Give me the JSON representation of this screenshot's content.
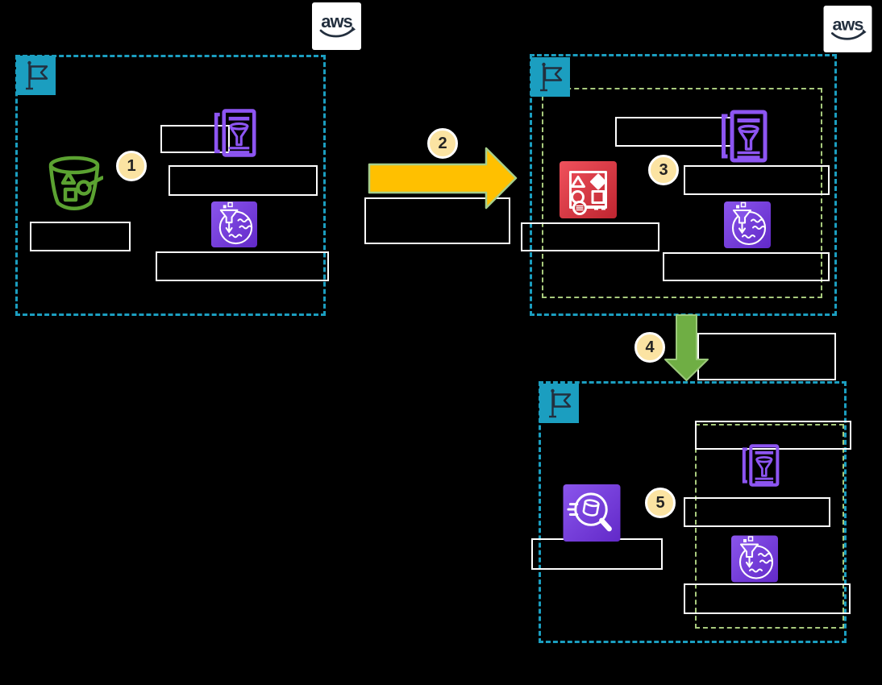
{
  "aws_logo": {
    "text": "aws"
  },
  "steps": [
    "1",
    "2",
    "3",
    "4",
    "5"
  ],
  "label_boxes": {
    "source": [
      "",
      "",
      "",
      ""
    ],
    "copy_flow": [
      ""
    ],
    "central": [
      "",
      "",
      "",
      ""
    ],
    "grant_flow": [
      ""
    ],
    "consumer": [
      "",
      "",
      "",
      ""
    ]
  },
  "icons": {
    "aws-logo": "aws wordmark with smile arrow on white tile",
    "flag-icon": "dark flag on teal square (environment marker)",
    "s3-bucket-icon": "green outlined bucket holding triangle/square/circle objects",
    "glue-etl-icon": "purple outlined catalog page with filter funnel",
    "lake-formation-icon": "purple tile, funnel pouring into lake circle with waves",
    "kms-icon": "red tile, triangle/diamond/circle/square with key",
    "athena-icon": "purple tile, magnifying glass over data drum",
    "step-badge": "cream numbered circle",
    "arrow-right-icon": "yellow block arrow pointing right",
    "arrow-down-icon": "green block arrow pointing down"
  },
  "colors": {
    "background": "#000000",
    "account_border_teal": "#1B9EC0",
    "inner_group_green": "#A8CA7D",
    "label_box_border": "#FFFFFF",
    "badge_fill": "#FBE3A2",
    "badge_text": "#232323",
    "arrow_yellow_fill": "#FFC000",
    "arrow_yellow_edge": "#A6CE8B",
    "arrow_green_fill": "#6FAE44",
    "arrow_green_edge": "#9CC97C",
    "s3_green": "#5BA231",
    "glue_purple": "#8D55F2",
    "analytics_purple_light": "#8A55EC",
    "analytics_purple_dark": "#6229C8",
    "kms_red_light": "#F0515C",
    "kms_red_dark": "#BE2530",
    "aws_navy": "#232F3E"
  }
}
